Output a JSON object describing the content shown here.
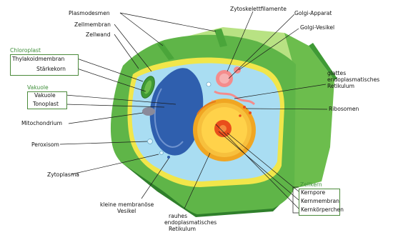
{
  "labels": {
    "plasmodesmen": "Plasmodesmen",
    "zellmembran": "Zellmembran",
    "zellwand": "Zellwand",
    "chloroplast": "Chloroplast",
    "thylakoidmembran": "Thylakoidmembran",
    "staerkekorn": "Stärkekorn",
    "vakuole": "Vakuole",
    "vakuole_item": "Vakuole",
    "tonoplast": "Tonoplast",
    "mitochondrium": "Mitochondrium",
    "peroxisom": "Peroxisom",
    "zytoplasma": "Zytoplasma",
    "kleine_vesikel_1": "kleine membranöse",
    "kleine_vesikel_2": "Vesikel",
    "rauhes_er_1": "rauhes",
    "rauhes_er_2": "endoplasmatisches",
    "rauhes_er_3": "Retikulum",
    "zytoskelett": "Zytoskelettfilamente",
    "golgi_apparat": "Golgi-Apparat",
    "golgi_vesikel": "Golgi-Vesikel",
    "glattes_er_1": "glattes",
    "glattes_er_2": "endoplasmatisches",
    "glattes_er_3": "Retikulum",
    "ribosomen": "Ribosomen",
    "zellkern": "Zellkern",
    "kernpore": "Kernpore",
    "kernmembran": "Kernmembran",
    "kernkoerperchen": "Kernkörperchen"
  },
  "colors": {
    "wall_light": "#9bd36a",
    "wall_mid": "#5fb548",
    "wall_dark": "#3f9a35",
    "wall_shadow": "#2f7f2b",
    "membrane": "#f1e64a",
    "cytoplasm": "#a9ddf2",
    "vacuole": "#2f5fae",
    "nucleus_outer": "#f0a623",
    "nucleus_inner": "#ffd24a",
    "nucleolus": "#e94e1b",
    "golgi": "#f48c8c",
    "group_label": "#3f8f3a"
  }
}
